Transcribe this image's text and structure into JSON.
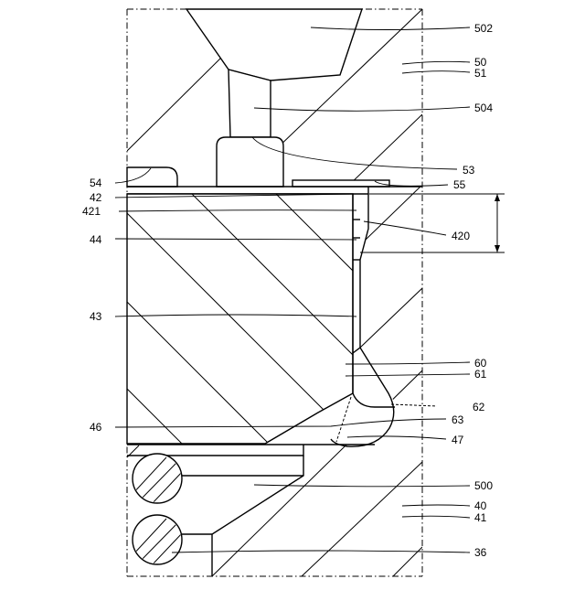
{
  "figure": {
    "labels": {
      "l502": "502",
      "l50": "50",
      "l51": "51",
      "l504": "504",
      "l53": "53",
      "l54": "54",
      "l55": "55",
      "l42": "42",
      "l421": "421",
      "l420": "420",
      "l44": "44",
      "l43": "43",
      "l60": "60",
      "l61": "61",
      "l62": "62",
      "l46": "46",
      "l63": "63",
      "l47": "47",
      "l500": "500",
      "l40": "40",
      "l41": "41",
      "l36": "36"
    }
  }
}
